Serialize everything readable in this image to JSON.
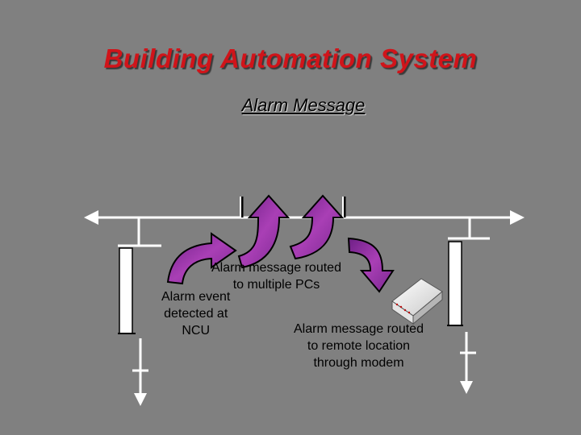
{
  "title": "Building Automation System",
  "subtitle": "Alarm Message",
  "labels": {
    "routed_pcs_line1": "Alarm message routed",
    "routed_pcs_line2": "to multiple PCs",
    "event_line1": "Alarm event",
    "event_line2": "detected at",
    "event_line3": "NCU",
    "modem_line1": "Alarm message routed",
    "modem_line2": "to remote location",
    "modem_line3": "through modem"
  },
  "colors": {
    "background": "#808080",
    "title": "#d0141a",
    "arrow_purple": "#8b2f98",
    "network_line": "#ffffff",
    "device_edge": "#000000"
  },
  "icons": {
    "modem": "modem-icon",
    "flow_arrows": "curved-arrow-icon"
  }
}
